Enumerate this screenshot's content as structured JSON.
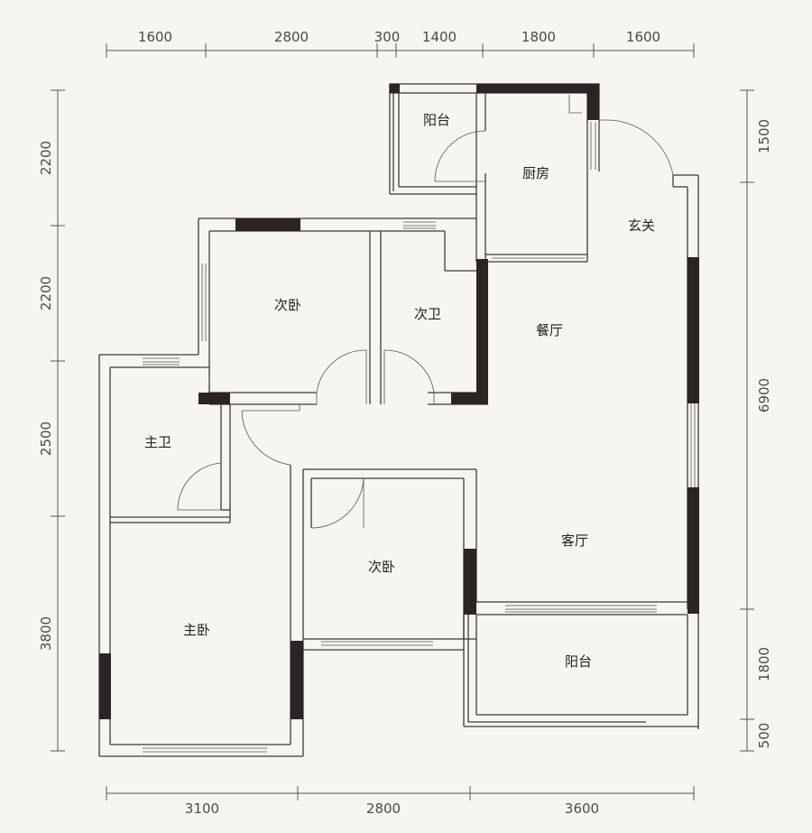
{
  "dimensions": {
    "top": [
      "1600",
      "2800",
      "300",
      "1400",
      "1800",
      "1600"
    ],
    "bottom": [
      "3100",
      "2800",
      "3600"
    ],
    "left": [
      "2200",
      "2200",
      "2500",
      "3800"
    ],
    "right": [
      "1500",
      "6900",
      "1800",
      "500"
    ]
  },
  "rooms": {
    "balcony_top": "阳台",
    "kitchen": "厨房",
    "entrance": "玄关",
    "second_bedroom_upper": "次卧",
    "second_bathroom": "次卫",
    "dining": "餐厅",
    "master_bathroom": "主卫",
    "living": "客厅",
    "second_bedroom_lower": "次卧",
    "master_bedroom": "主卧",
    "balcony_bottom": "阳台"
  },
  "colors": {
    "background": "#f6f5f0",
    "wall_fill": "#2b2324",
    "line": "#3a3a3a"
  }
}
